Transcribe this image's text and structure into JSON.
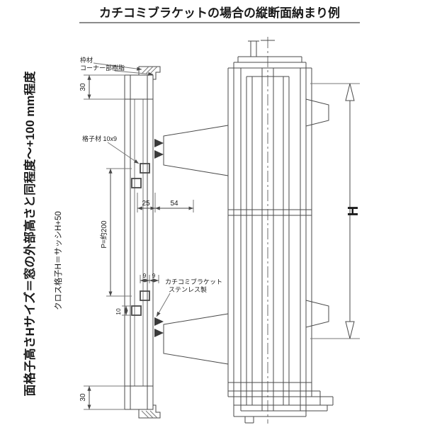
{
  "title": "カチコミブラケットの場合の縦断面納まり例",
  "notes": {
    "red_vertical": "面格子高さHサイズ＝窓の外部高さと同程度～+100 mm程度",
    "black_vertical": "クロス格子H＝サッシH+50"
  },
  "labels": {
    "frame_material": "枠材",
    "corner_resin": "コーナー部樹脂",
    "lattice_material": "格子材 10x9",
    "bracket_name": "カチコミブラケット",
    "bracket_spec": "ステンレス製"
  },
  "dimensions": {
    "top_section": "30",
    "depth_small": "25",
    "depth_large": "54",
    "pitch": "P=約200",
    "bar_width_left": "9",
    "bar_width_right": "9",
    "bar_height": "10",
    "bottom_section": "30",
    "overall_height": "H"
  },
  "colors": {
    "accent_red": "#cc0000",
    "line_color": "#4a4a4a",
    "background": "#ffffff"
  }
}
